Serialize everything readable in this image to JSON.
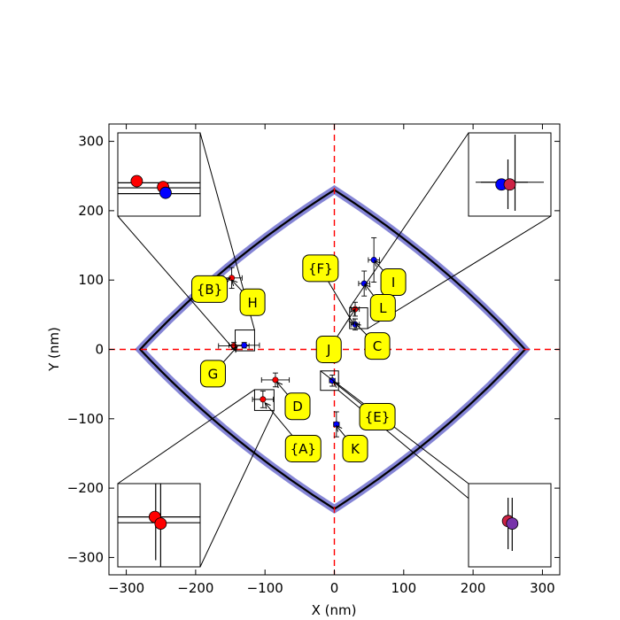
{
  "chart_data": {
    "type": "scatter",
    "title": "",
    "xlabel": "X (nm)",
    "ylabel": "Y (nm)",
    "xlim": [
      -325,
      325
    ],
    "ylim": [
      -325,
      325
    ],
    "xticks": [
      -300,
      -200,
      -100,
      0,
      100,
      200,
      300
    ],
    "yticks": [
      -300,
      -200,
      -100,
      0,
      100,
      200,
      300
    ],
    "xtick_labels": [
      "−300",
      "−200",
      "−100",
      "0",
      "100",
      "200",
      "300"
    ],
    "ytick_labels": [
      "−300",
      "−200",
      "−100",
      "0",
      "100",
      "200",
      "300"
    ],
    "reference_lines": {
      "color": "#ff0000",
      "style": "dashed",
      "x": 0,
      "y": 0
    },
    "boundary": {
      "vertices": [
        [
          -280,
          0
        ],
        [
          0,
          230
        ],
        [
          275,
          0
        ],
        [
          0,
          -230
        ]
      ],
      "outer_band_color": "#6666cc",
      "line_color": "#000000"
    },
    "points": [
      {
        "x": -148,
        "y": 103,
        "xerr": 15,
        "yerr": 15,
        "color": "#ff0000"
      },
      {
        "x": -145,
        "y": 5,
        "xerr": 22,
        "yerr": 5,
        "color": "#ff0000"
      },
      {
        "x": -130,
        "y": 6,
        "xerr": 22,
        "yerr": 4,
        "color": "#0000ff"
      },
      {
        "x": -85,
        "y": -44,
        "xerr": 20,
        "yerr": 10,
        "color": "#ff0000"
      },
      {
        "x": -103,
        "y": -72,
        "xerr": 15,
        "yerr": 12,
        "color": "#ff0000"
      },
      {
        "x": 57,
        "y": 129,
        "xerr": 8,
        "yerr": 32,
        "color": "#0000ff"
      },
      {
        "x": 43,
        "y": 95,
        "xerr": 8,
        "yerr": 18,
        "color": "#0000ff"
      },
      {
        "x": 30,
        "y": 58,
        "xerr": 6,
        "yerr": 10,
        "color": "#ff0000"
      },
      {
        "x": 30,
        "y": 36,
        "xerr": 6,
        "yerr": 8,
        "color": "#0000ff"
      },
      {
        "x": -3,
        "y": -45,
        "xerr": 4,
        "yerr": 8,
        "color": "#0000ff"
      },
      {
        "x": 3,
        "y": -108,
        "xerr": 4,
        "yerr": 18,
        "color": "#0000ff"
      }
    ],
    "annotations": [
      {
        "label": "{B}",
        "x": -180,
        "y": 87,
        "target": [
          -150,
          103
        ]
      },
      {
        "label": "H",
        "x": -118,
        "y": 68,
        "target": [
          -148,
          100
        ]
      },
      {
        "label": "G",
        "x": -175,
        "y": -35,
        "target": [
          -140,
          4
        ]
      },
      {
        "label": "D",
        "x": -53,
        "y": -82,
        "target": [
          -83,
          -47
        ]
      },
      {
        "label": "{A}",
        "x": -45,
        "y": -143,
        "target": [
          -100,
          -77
        ]
      },
      {
        "label": "{F}",
        "x": -20,
        "y": 117,
        "target": [
          28,
          36
        ]
      },
      {
        "label": "I",
        "x": 85,
        "y": 97,
        "target": [
          58,
          128
        ]
      },
      {
        "label": "L",
        "x": 70,
        "y": 60,
        "target": [
          44,
          94
        ]
      },
      {
        "label": "J",
        "x": -8,
        "y": 0,
        "target": [
          30,
          58
        ]
      },
      {
        "label": "C",
        "x": 62,
        "y": 5,
        "target": [
          30,
          38
        ]
      },
      {
        "label": "{E}",
        "x": 62,
        "y": -97,
        "target": [
          -1,
          -47
        ]
      },
      {
        "label": "K",
        "x": 30,
        "y": -143,
        "target": [
          3,
          -110
        ]
      }
    ],
    "zoom_regions": [
      {
        "region": [
          -143,
          -2,
          28,
          30
        ],
        "inset_pos": "top-left",
        "points": [
          {
            "dx": 0.23,
            "dy": 0.58,
            "color": "#ff0000"
          },
          {
            "dx": 0.55,
            "dy": 0.65,
            "color": "#ff0000"
          },
          {
            "dx": 0.58,
            "dy": 0.72,
            "color": "#0000ff"
          }
        ]
      },
      {
        "region": [
          22,
          30,
          26,
          30
        ],
        "inset_pos": "top-right",
        "points": [
          {
            "dx": 0.4,
            "dy": 0.62,
            "color": "#0000ff"
          },
          {
            "dx": 0.5,
            "dy": 0.62,
            "color": "#cc2244"
          }
        ]
      },
      {
        "region": [
          -115,
          -88,
          28,
          30
        ],
        "inset_pos": "bottom-left",
        "points": [
          {
            "dx": 0.45,
            "dy": 0.4,
            "color": "#ff0000"
          },
          {
            "dx": 0.52,
            "dy": 0.48,
            "color": "#ff0000"
          }
        ]
      },
      {
        "region": [
          -20,
          -59,
          26,
          28
        ],
        "inset_pos": "bottom-right",
        "points": [
          {
            "dx": 0.48,
            "dy": 0.45,
            "color": "#cc2244"
          },
          {
            "dx": 0.53,
            "dy": 0.48,
            "color": "#7733aa"
          }
        ]
      }
    ]
  }
}
